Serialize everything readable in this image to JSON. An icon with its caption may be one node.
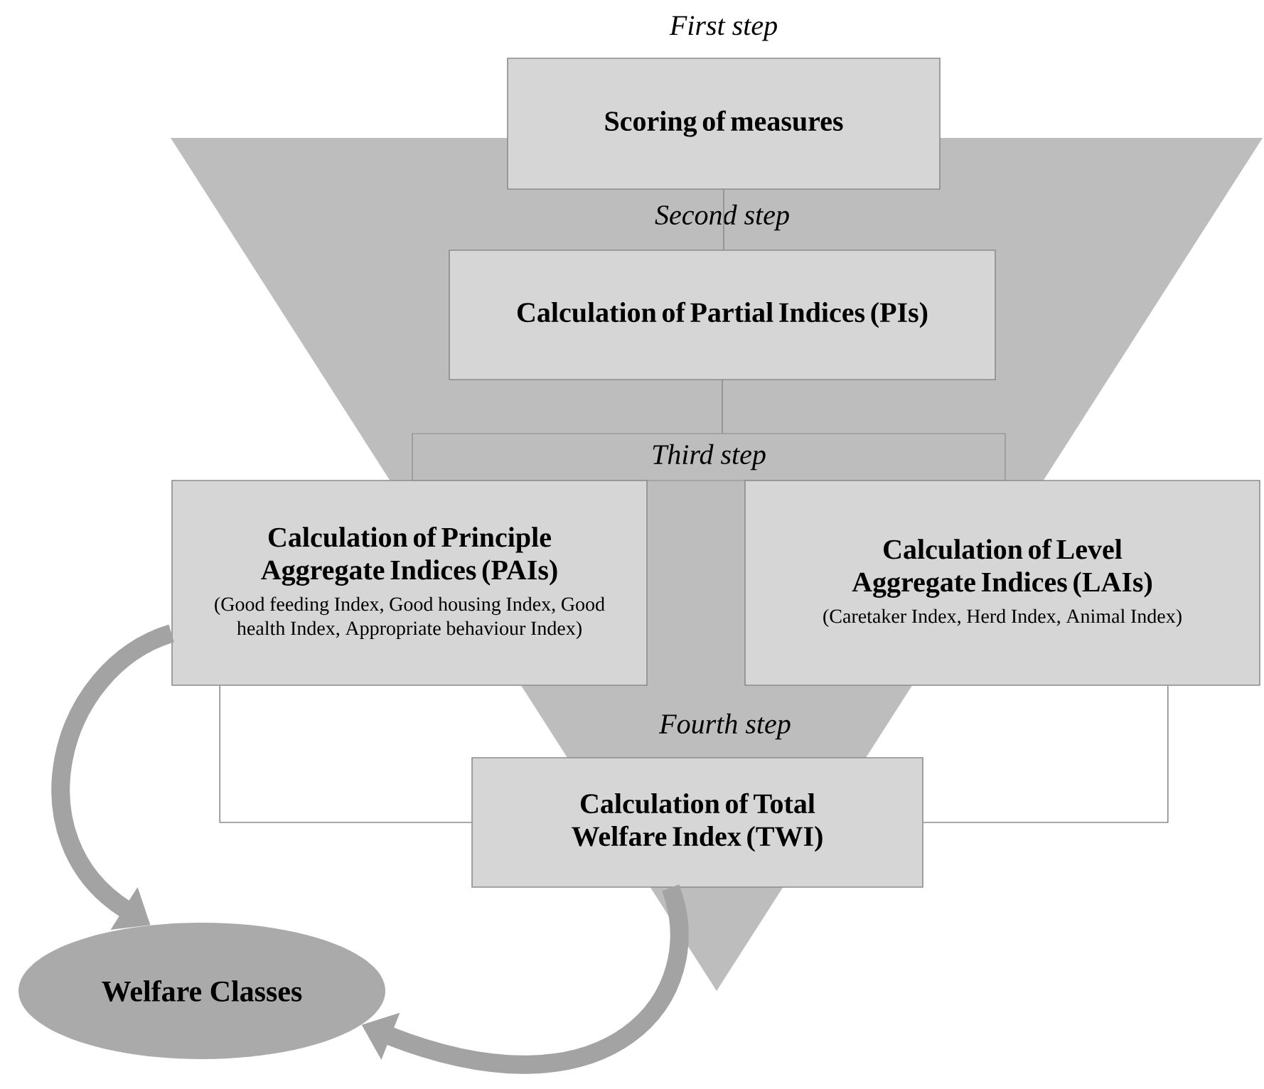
{
  "diagram": {
    "nodes": [
      {
        "text": [
          "Scoring of measures"
        ],
        "beside": [
          "First step"
        ]
      },
      {
        "text": [
          "Calculation of Partial Indices (PIs)"
        ],
        "beside": [
          "Second step"
        ]
      },
      {
        "text": [
          "Third step"
        ]
      },
      {
        "text": [
          "Calculation of Principle Aggregate Indices (PAIs)",
          "(Good feeding Index, Good housing Index, Good health Index, Appropriate behaviour Index)"
        ]
      },
      {
        "text": [
          "Calculation of Level Aggregate Indices (LAIs)",
          "(Caretaker Index, Herd Index, Animal Index)"
        ]
      },
      {
        "text": [
          "Calculation of Total Welfare Index (TWI)"
        ],
        "beside": [
          "Fourth step"
        ]
      },
      {
        "text": [
          "Welfare Classes"
        ]
      }
    ],
    "edges": [
      {
        "from": 0,
        "to": 1,
        "arrow": "none"
      },
      {
        "from": 1,
        "to": 2,
        "arrow": "none"
      },
      {
        "from": 3,
        "to": 5,
        "arrow": "none"
      },
      {
        "from": 4,
        "to": 5,
        "arrow": "none"
      },
      {
        "from": 3,
        "to": 6,
        "arrow": "to",
        "style": "thick"
      },
      {
        "from": 5,
        "to": 6,
        "arrow": "to",
        "style": "thick"
      }
    ]
  }
}
